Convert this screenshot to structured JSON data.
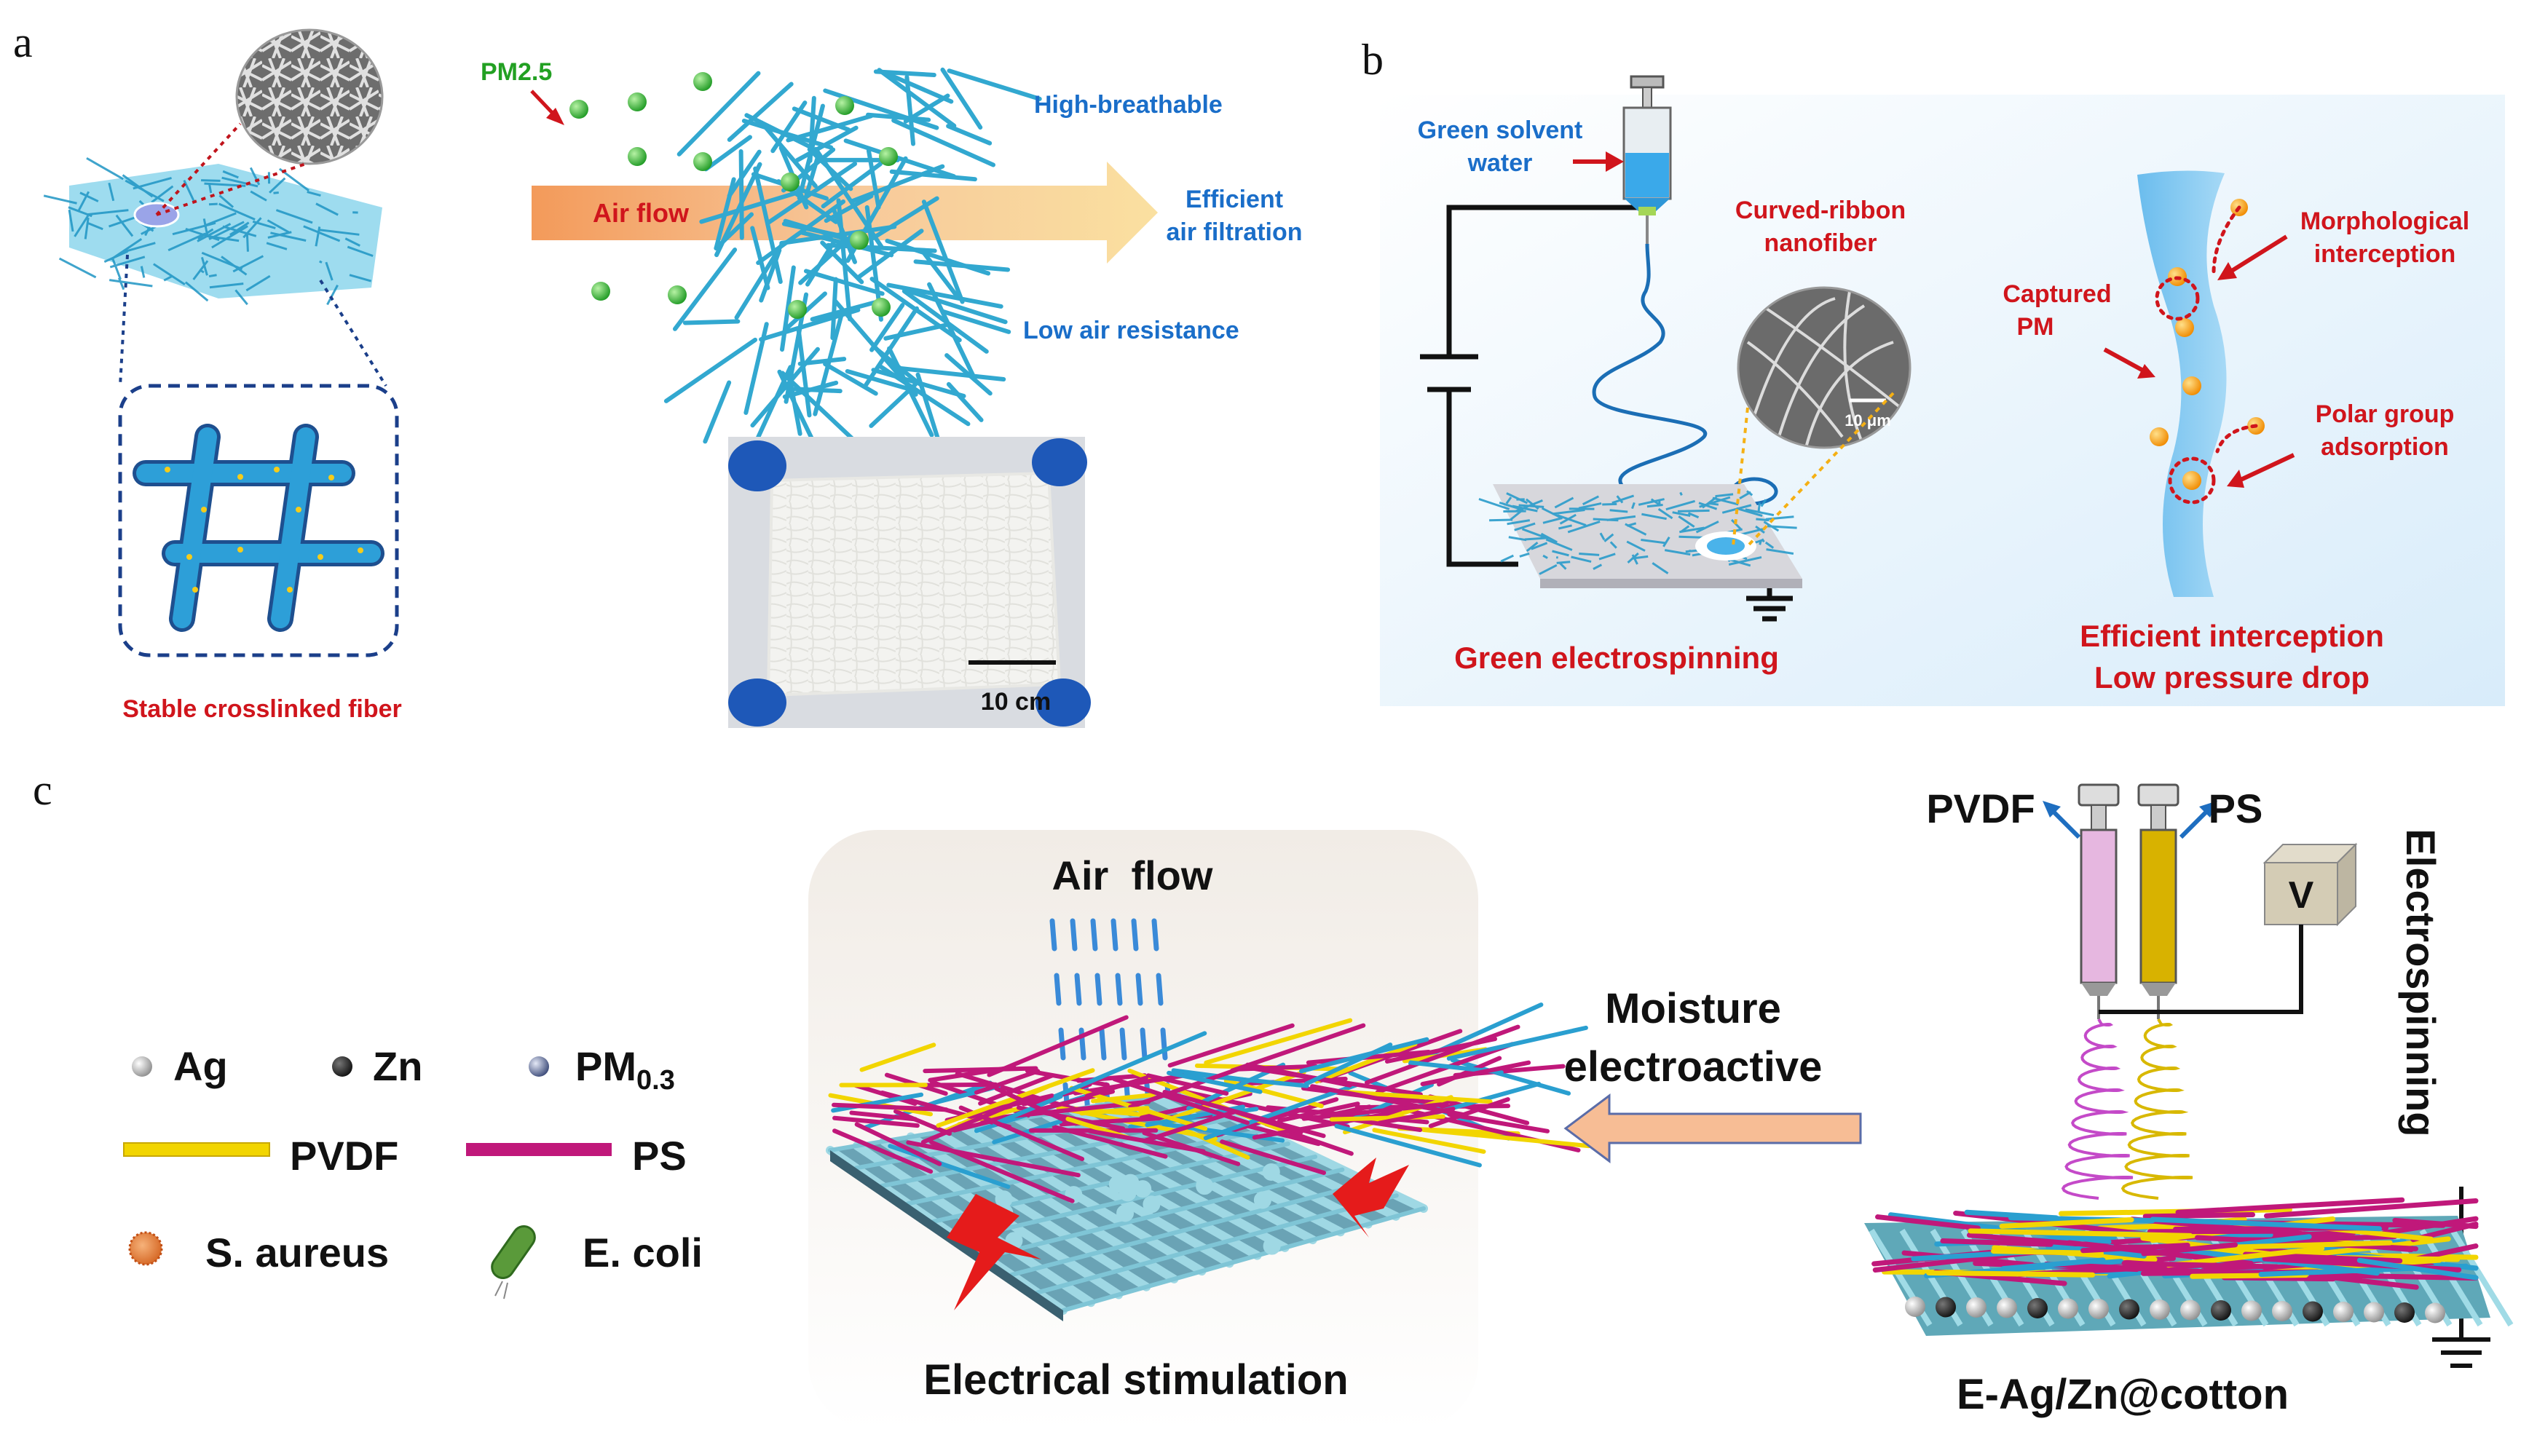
{
  "panel_a": {
    "letter": "a",
    "pm_label": "PM2.5",
    "air_flow": "Air flow",
    "high_breathable": "High-breathable",
    "efficient_line1": "Efficient",
    "efficient_line2": "air filtration",
    "low_resistance": "Low air resistance",
    "stable_fiber": "Stable crosslinked fiber",
    "scale": "10 cm"
  },
  "panel_b": {
    "letter": "b",
    "green_solvent_line1": "Green solvent",
    "green_solvent_line2": "water",
    "curved_line1": "Curved-ribbon",
    "curved_line2": "nanofiber",
    "sem_scale": "10 μm",
    "green_electrospinning": "Green electrospinning",
    "morph_line1": "Morphological",
    "morph_line2": "interception",
    "captured_line1": "Captured",
    "captured_line2": "PM",
    "polar_line1": "Polar group",
    "polar_line2": "adsorption",
    "efficient_interception": "Efficient interception",
    "low_pressure": "Low pressure drop"
  },
  "panel_c": {
    "letter": "c",
    "air_flow": "Air  flow",
    "electrical_stimulation": "Electrical stimulation",
    "legend": {
      "ag": "Ag",
      "zn": "Zn",
      "pm": "PM",
      "pm_sub": "0.3",
      "pvdf": "PVDF",
      "ps": "PS",
      "s_aureus": "S. aureus",
      "e_coli": "E. coli"
    },
    "moisture_line1": "Moisture",
    "moisture_line2": "electroactive",
    "pvdf_label": "PVDF",
    "ps_label": "PS",
    "v_label": "V",
    "electrospinning": "Electrospinning",
    "e_ag_zn": "E-Ag/Zn@cotton"
  },
  "colors": {
    "red_text": "#d0151c",
    "blue_text": "#1a6ec9",
    "green_text": "#22a022",
    "fiber_blue": "#3ab0d8",
    "pvdf_yellow": "#f2d500",
    "ps_magenta": "#c0187a"
  }
}
